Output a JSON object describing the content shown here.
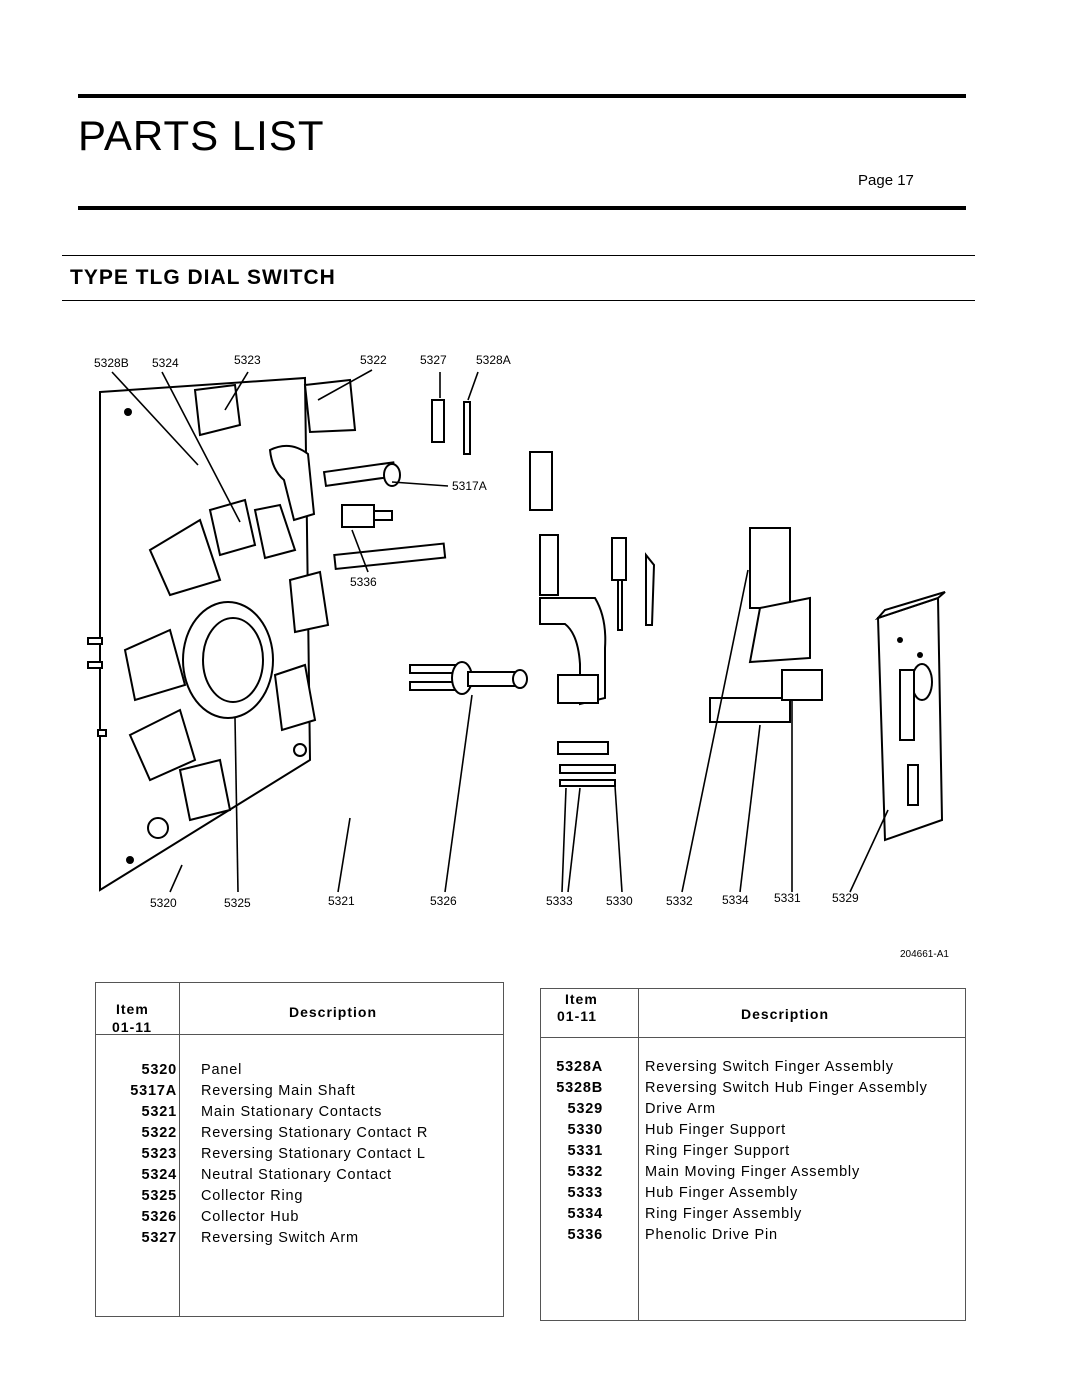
{
  "header": {
    "title": "PARTS LIST",
    "page_label": "Page 17"
  },
  "section": {
    "title": "TYPE TLG DIAL SWITCH"
  },
  "figure": {
    "labels_top": [
      "5328B",
      "5324",
      "5323",
      "5322",
      "5327",
      "5328A"
    ],
    "label_shaft": "5317A",
    "label_pin": "5336",
    "labels_bottom": [
      "5320",
      "5325",
      "5321",
      "5326",
      "5333",
      "5330",
      "5332",
      "5334",
      "5331",
      "5329"
    ],
    "drawing_number": "204661-A1"
  },
  "table_left": {
    "header_item_line1": "Item",
    "header_item_line2": "01-11",
    "header_description": "Description",
    "rows": [
      {
        "item": "5320",
        "description": "Panel"
      },
      {
        "item": "5317A",
        "description": "Reversing Main Shaft"
      },
      {
        "item": "5321",
        "description": "Main Stationary Contacts"
      },
      {
        "item": "5322",
        "description": "Reversing Stationary Contact R"
      },
      {
        "item": "5323",
        "description": "Reversing Stationary Contact L"
      },
      {
        "item": "5324",
        "description": "Neutral Stationary Contact"
      },
      {
        "item": "5325",
        "description": "Collector Ring"
      },
      {
        "item": "5326",
        "description": "Collector Hub"
      },
      {
        "item": "5327",
        "description": "Reversing Switch Arm"
      }
    ]
  },
  "table_right": {
    "header_item_line1": "Item",
    "header_item_line2": "01-11",
    "header_description": "Description",
    "rows": [
      {
        "item": "5328A",
        "description": "Reversing Switch Finger Assembly"
      },
      {
        "item": "5328B",
        "description": "Reversing Switch Hub Finger Assembly"
      },
      {
        "item": "5329",
        "description": "Drive Arm"
      },
      {
        "item": "5330",
        "description": "Hub Finger Support"
      },
      {
        "item": "5331",
        "description": "Ring Finger Support"
      },
      {
        "item": "5332",
        "description": "Main Moving Finger Assembly"
      },
      {
        "item": "5333",
        "description": "Hub Finger Assembly"
      },
      {
        "item": "5334",
        "description": "Ring Finger Assembly"
      },
      {
        "item": "5336",
        "description": "Phenolic Drive Pin"
      }
    ]
  }
}
